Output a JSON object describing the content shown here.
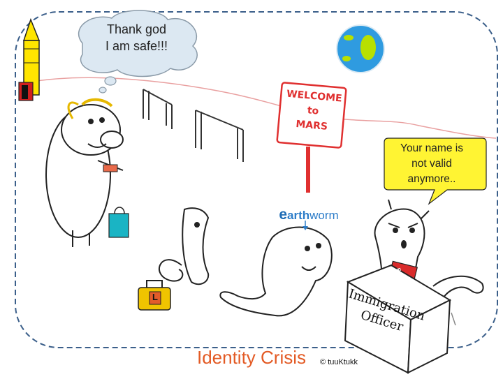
{
  "title": "Identity Crisis",
  "copyright": "© tuuKtukk",
  "bull_thought": {
    "line1": "Thank god",
    "line2": "I am safe!!!"
  },
  "sign": {
    "line1": "WELCOME",
    "line2": "to",
    "line3": "MARS"
  },
  "worm_label": {
    "lead": "e",
    "mid": "arth",
    "tail": "worm"
  },
  "officer_speech": {
    "line1": "Your name is",
    "line2": "not valid",
    "line3": "anymore.."
  },
  "passport_label": "Passport",
  "desk_sign": {
    "line1": "Immigration",
    "line2": "Officer"
  },
  "luggage_tag": "L",
  "colors": {
    "title": "#e35a24",
    "sign": "#e03030",
    "label_blue": "#2d7dc9",
    "speech_fill": "#fff433",
    "thought_fill": "#dce8f2",
    "border": "#3b5f8a"
  }
}
